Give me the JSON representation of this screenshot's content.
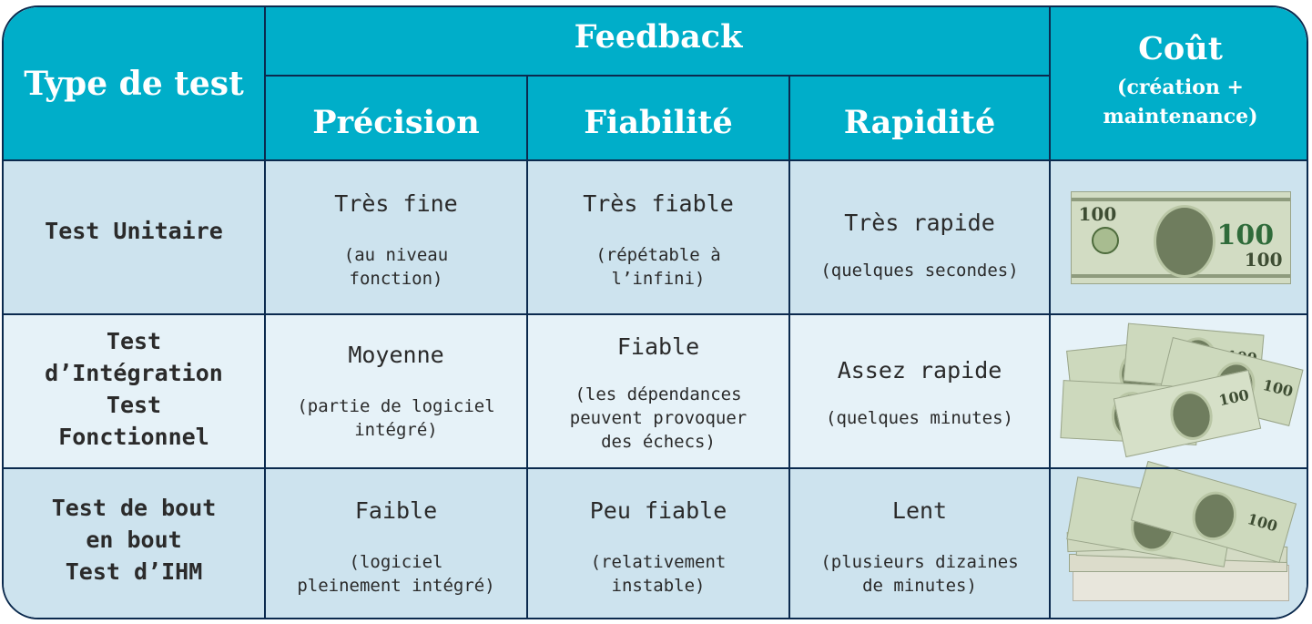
{
  "header": {
    "type_de_test": "Type de test",
    "feedback": "Feedback",
    "precision": "Précision",
    "fiabilite": "Fiabilité",
    "rapidite": "Rapidité",
    "cout": "Coût",
    "cout_sub_1": "(création +",
    "cout_sub_2": "maintenance)"
  },
  "rows": [
    {
      "label_lines": [
        "Test Unitaire"
      ],
      "precision": {
        "main": "Très fine",
        "sub_lines": [
          "(au niveau",
          "fonction)"
        ]
      },
      "fiabilite": {
        "main": "Très fiable",
        "sub_lines": [
          "(répétable à",
          "l’infini)"
        ]
      },
      "rapidite": {
        "main": "Très rapide",
        "sub_lines": [
          "(quelques secondes)"
        ]
      },
      "cost_icon": "single-dollar-bill-image"
    },
    {
      "label_lines": [
        "Test",
        "d’Intégration",
        "Test",
        "Fonctionnel"
      ],
      "precision": {
        "main": "Moyenne",
        "sub_lines": [
          "(partie de logiciel",
          "intégré)"
        ]
      },
      "fiabilite": {
        "main": "Fiable",
        "sub_lines": [
          "(les dépendances",
          "peuvent provoquer",
          "des échecs)"
        ]
      },
      "rapidite": {
        "main": "Assez rapide",
        "sub_lines": [
          "(quelques minutes)"
        ]
      },
      "cost_icon": "several-dollar-bills-image"
    },
    {
      "label_lines": [
        "Test de bout",
        "en bout",
        "Test d’IHM"
      ],
      "precision": {
        "main": "Faible",
        "sub_lines": [
          "(logiciel",
          "pleinement intégré)"
        ]
      },
      "fiabilite": {
        "main": "Peu fiable",
        "sub_lines": [
          "(relativement",
          "instable)"
        ]
      },
      "rapidite": {
        "main": "Lent",
        "sub_lines": [
          "(plusieurs dizaines",
          "de minutes)"
        ]
      },
      "cost_icon": "stack-of-dollar-bills-image"
    }
  ],
  "bill_text": {
    "denomination": "100"
  },
  "colors": {
    "header_bg": "#00aec9",
    "row_odd_bg": "#cde3ee",
    "row_even_bg": "#e6f2f8",
    "border": "#0b2a4e",
    "bill_green": "#cdd9bd"
  }
}
